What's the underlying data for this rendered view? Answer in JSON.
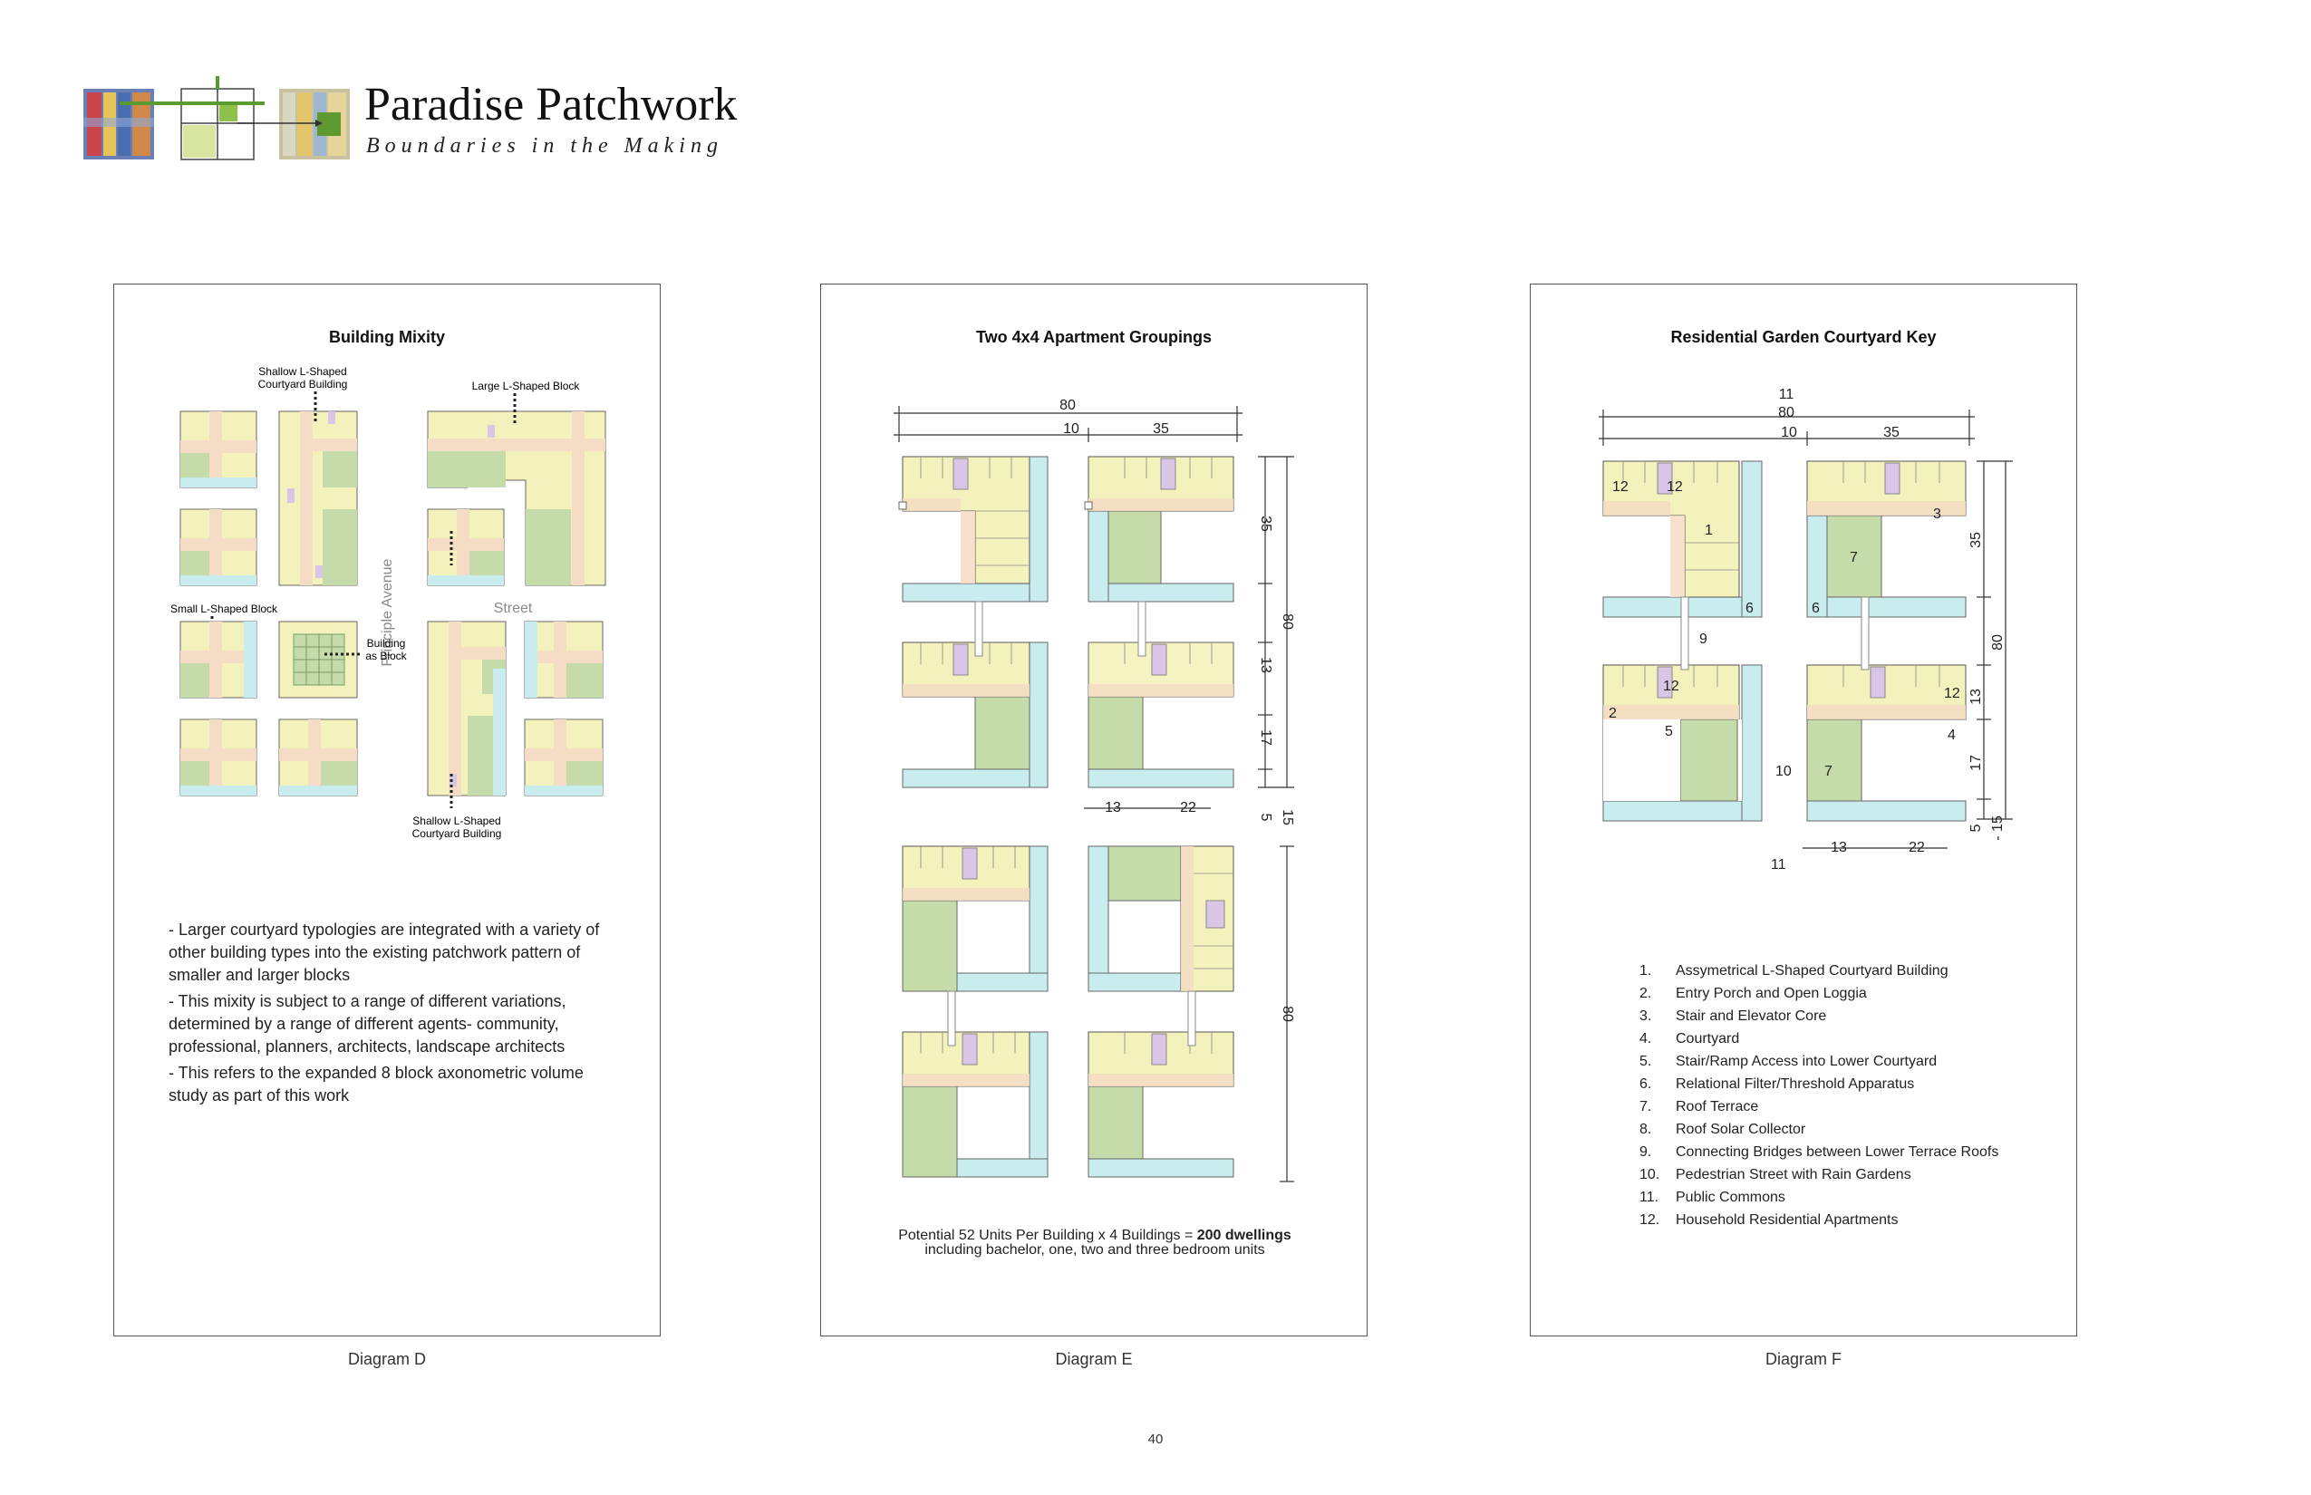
{
  "header": {
    "title": "Paradise Patchwork",
    "subtitle": "Boundaries in the Making"
  },
  "colors": {
    "building": "#f4f2bc",
    "courtyard": "#c5dcaa",
    "street": "#c9ecef",
    "path": "#f5dcc4",
    "stair": "#d9c6e6",
    "outline": "#555555"
  },
  "panel_d": {
    "title": "Building Mixity",
    "labels": {
      "shallow_top": [
        "Shallow L-Shaped",
        "Courtyard Building"
      ],
      "large_block": "Large L-Shaped Block",
      "small_block": "Small L-Shaped Block",
      "avenue": "Principle Avenue",
      "street": "Street",
      "building_block": [
        "Building",
        "as Block"
      ],
      "shallow_bottom": [
        "Shallow L-Shaped",
        "Courtyard Building"
      ]
    },
    "notes": [
      "- Larger courtyard typologies are integrated with a variety of other building types into the existing patchwork pattern of smaller and larger blocks",
      "- This mixity is subject to a range of different variations, determined by a range of different agents- community, professional, planners, architects, landscape architects",
      "- This refers to the expanded 8 block axonometric volume study as part of this work"
    ],
    "caption": "Diagram D"
  },
  "panel_e": {
    "title": "Two 4x4 Apartment Groupings",
    "dims": {
      "total": "80",
      "left": "10",
      "right": "35",
      "v1": "35",
      "v2": "13",
      "v3": "17",
      "v4": "5",
      "v5": "15",
      "vtotal": "80",
      "vtotal2": "80",
      "b1": "13",
      "b2": "22"
    },
    "summary": {
      "part1": "Potential 52 Units Per Building x 4 Buildings = ",
      "bold1": "200",
      "bold2": "dwellings",
      "part2": " including bachelor, one, two and three bedroom units"
    },
    "caption": "Diagram E"
  },
  "panel_f": {
    "title": "Residential Garden Courtyard Key",
    "dims": {
      "top": "11",
      "total": "80",
      "left": "10",
      "right": "35",
      "v1": "35",
      "v2": "13",
      "v3": "17",
      "v4": "5",
      "v5": "- 15",
      "vtotal": "80",
      "b1": "13",
      "b2": "22",
      "bottom": "11"
    },
    "markers": {
      "m12a": "12",
      "m12b": "12",
      "m1": "1",
      "m3": "3",
      "m7a": "7",
      "m6a": "6",
      "m6b": "6",
      "m9": "9",
      "m12c": "12",
      "m12d": "12",
      "m2": "2",
      "m5": "5",
      "m10": "10",
      "m4": "4",
      "m7b": "7"
    },
    "key": [
      {
        "num": "1.",
        "text": "Assymetrical L-Shaped Courtyard Building"
      },
      {
        "num": "2.",
        "text": "Entry Porch and Open Loggia"
      },
      {
        "num": "3.",
        "text": "Stair and Elevator Core"
      },
      {
        "num": "4.",
        "text": "Courtyard"
      },
      {
        "num": "5.",
        "text": "Stair/Ramp Access into Lower Courtyard"
      },
      {
        "num": "6.",
        "text": "Relational Filter/Threshold Apparatus"
      },
      {
        "num": "7.",
        "text": "Roof Terrace"
      },
      {
        "num": "8.",
        "text": "Roof Solar Collector"
      },
      {
        "num": "9.",
        "text": "Connecting Bridges between Lower Terrace Roofs"
      },
      {
        "num": "10.",
        "text": "Pedestrian Street with Rain Gardens"
      },
      {
        "num": "11.",
        "text": "Public Commons"
      },
      {
        "num": "12.",
        "text": "Household Residential Apartments"
      }
    ],
    "caption": "Diagram F"
  },
  "page_number": "40"
}
